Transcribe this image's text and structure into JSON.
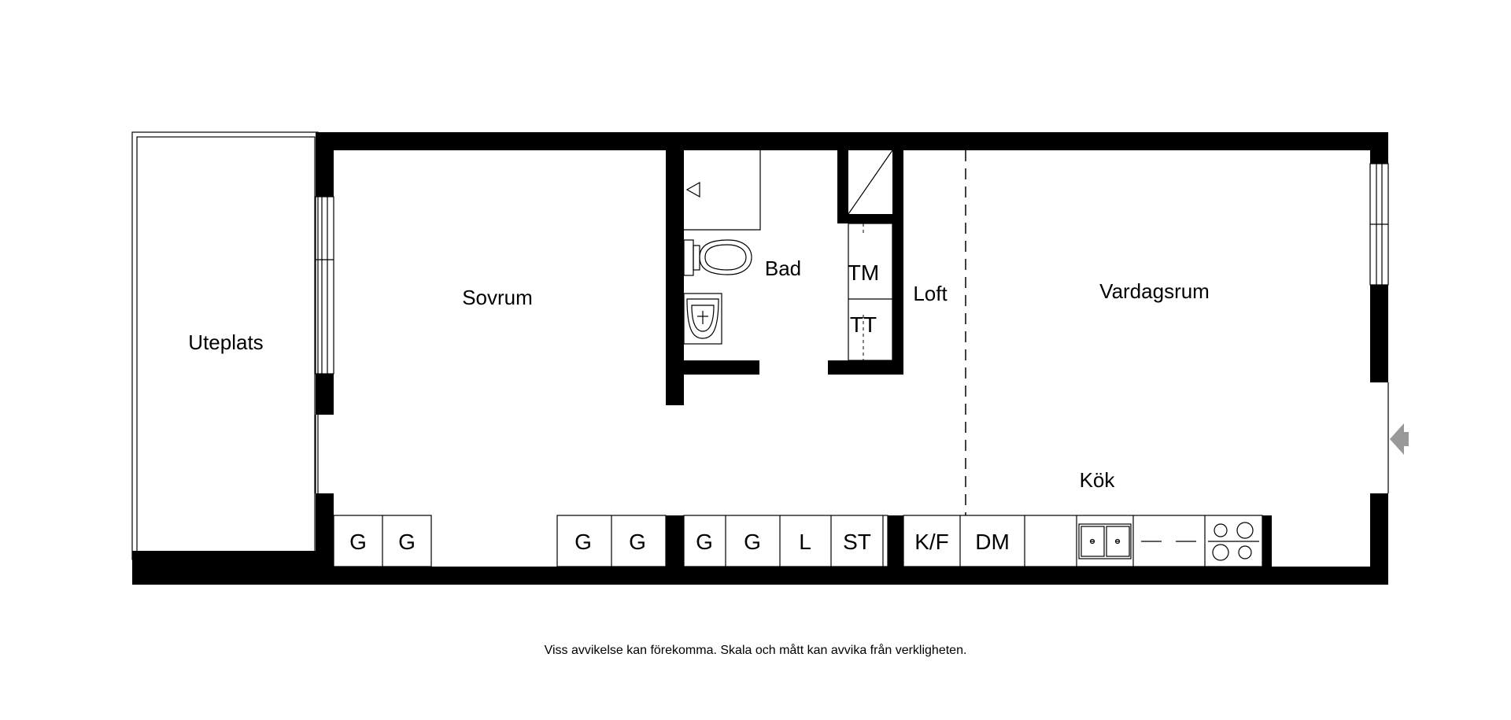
{
  "rooms": {
    "uteplats": "Uteplats",
    "sovrum": "Sovrum",
    "bad": "Bad",
    "loft": "Loft",
    "vardagsrum": "Vardagsrum",
    "kok": "Kök"
  },
  "appliances": {
    "tm": "TM",
    "tt": "TT"
  },
  "cabinets": {
    "g1": "G",
    "g2": "G",
    "g3": "G",
    "g4": "G",
    "g5": "G",
    "g6": "G",
    "l": "L",
    "st": "ST",
    "kf": "K/F",
    "dm": "DM"
  },
  "footer": {
    "disclaimer": "Viss avvikelse kan förekomma. Skala och mått kan avvika från verkligheten."
  },
  "colors": {
    "wall": "#000000",
    "background": "#ffffff",
    "entrance_arrow": "#999999"
  },
  "icons": {
    "entrance": "entrance-arrow-icon",
    "toilet": "toilet-icon",
    "sink": "sink-icon",
    "shower": "shower-icon",
    "kitchen_sink": "kitchen-sink-icon",
    "stove": "stove-icon"
  }
}
